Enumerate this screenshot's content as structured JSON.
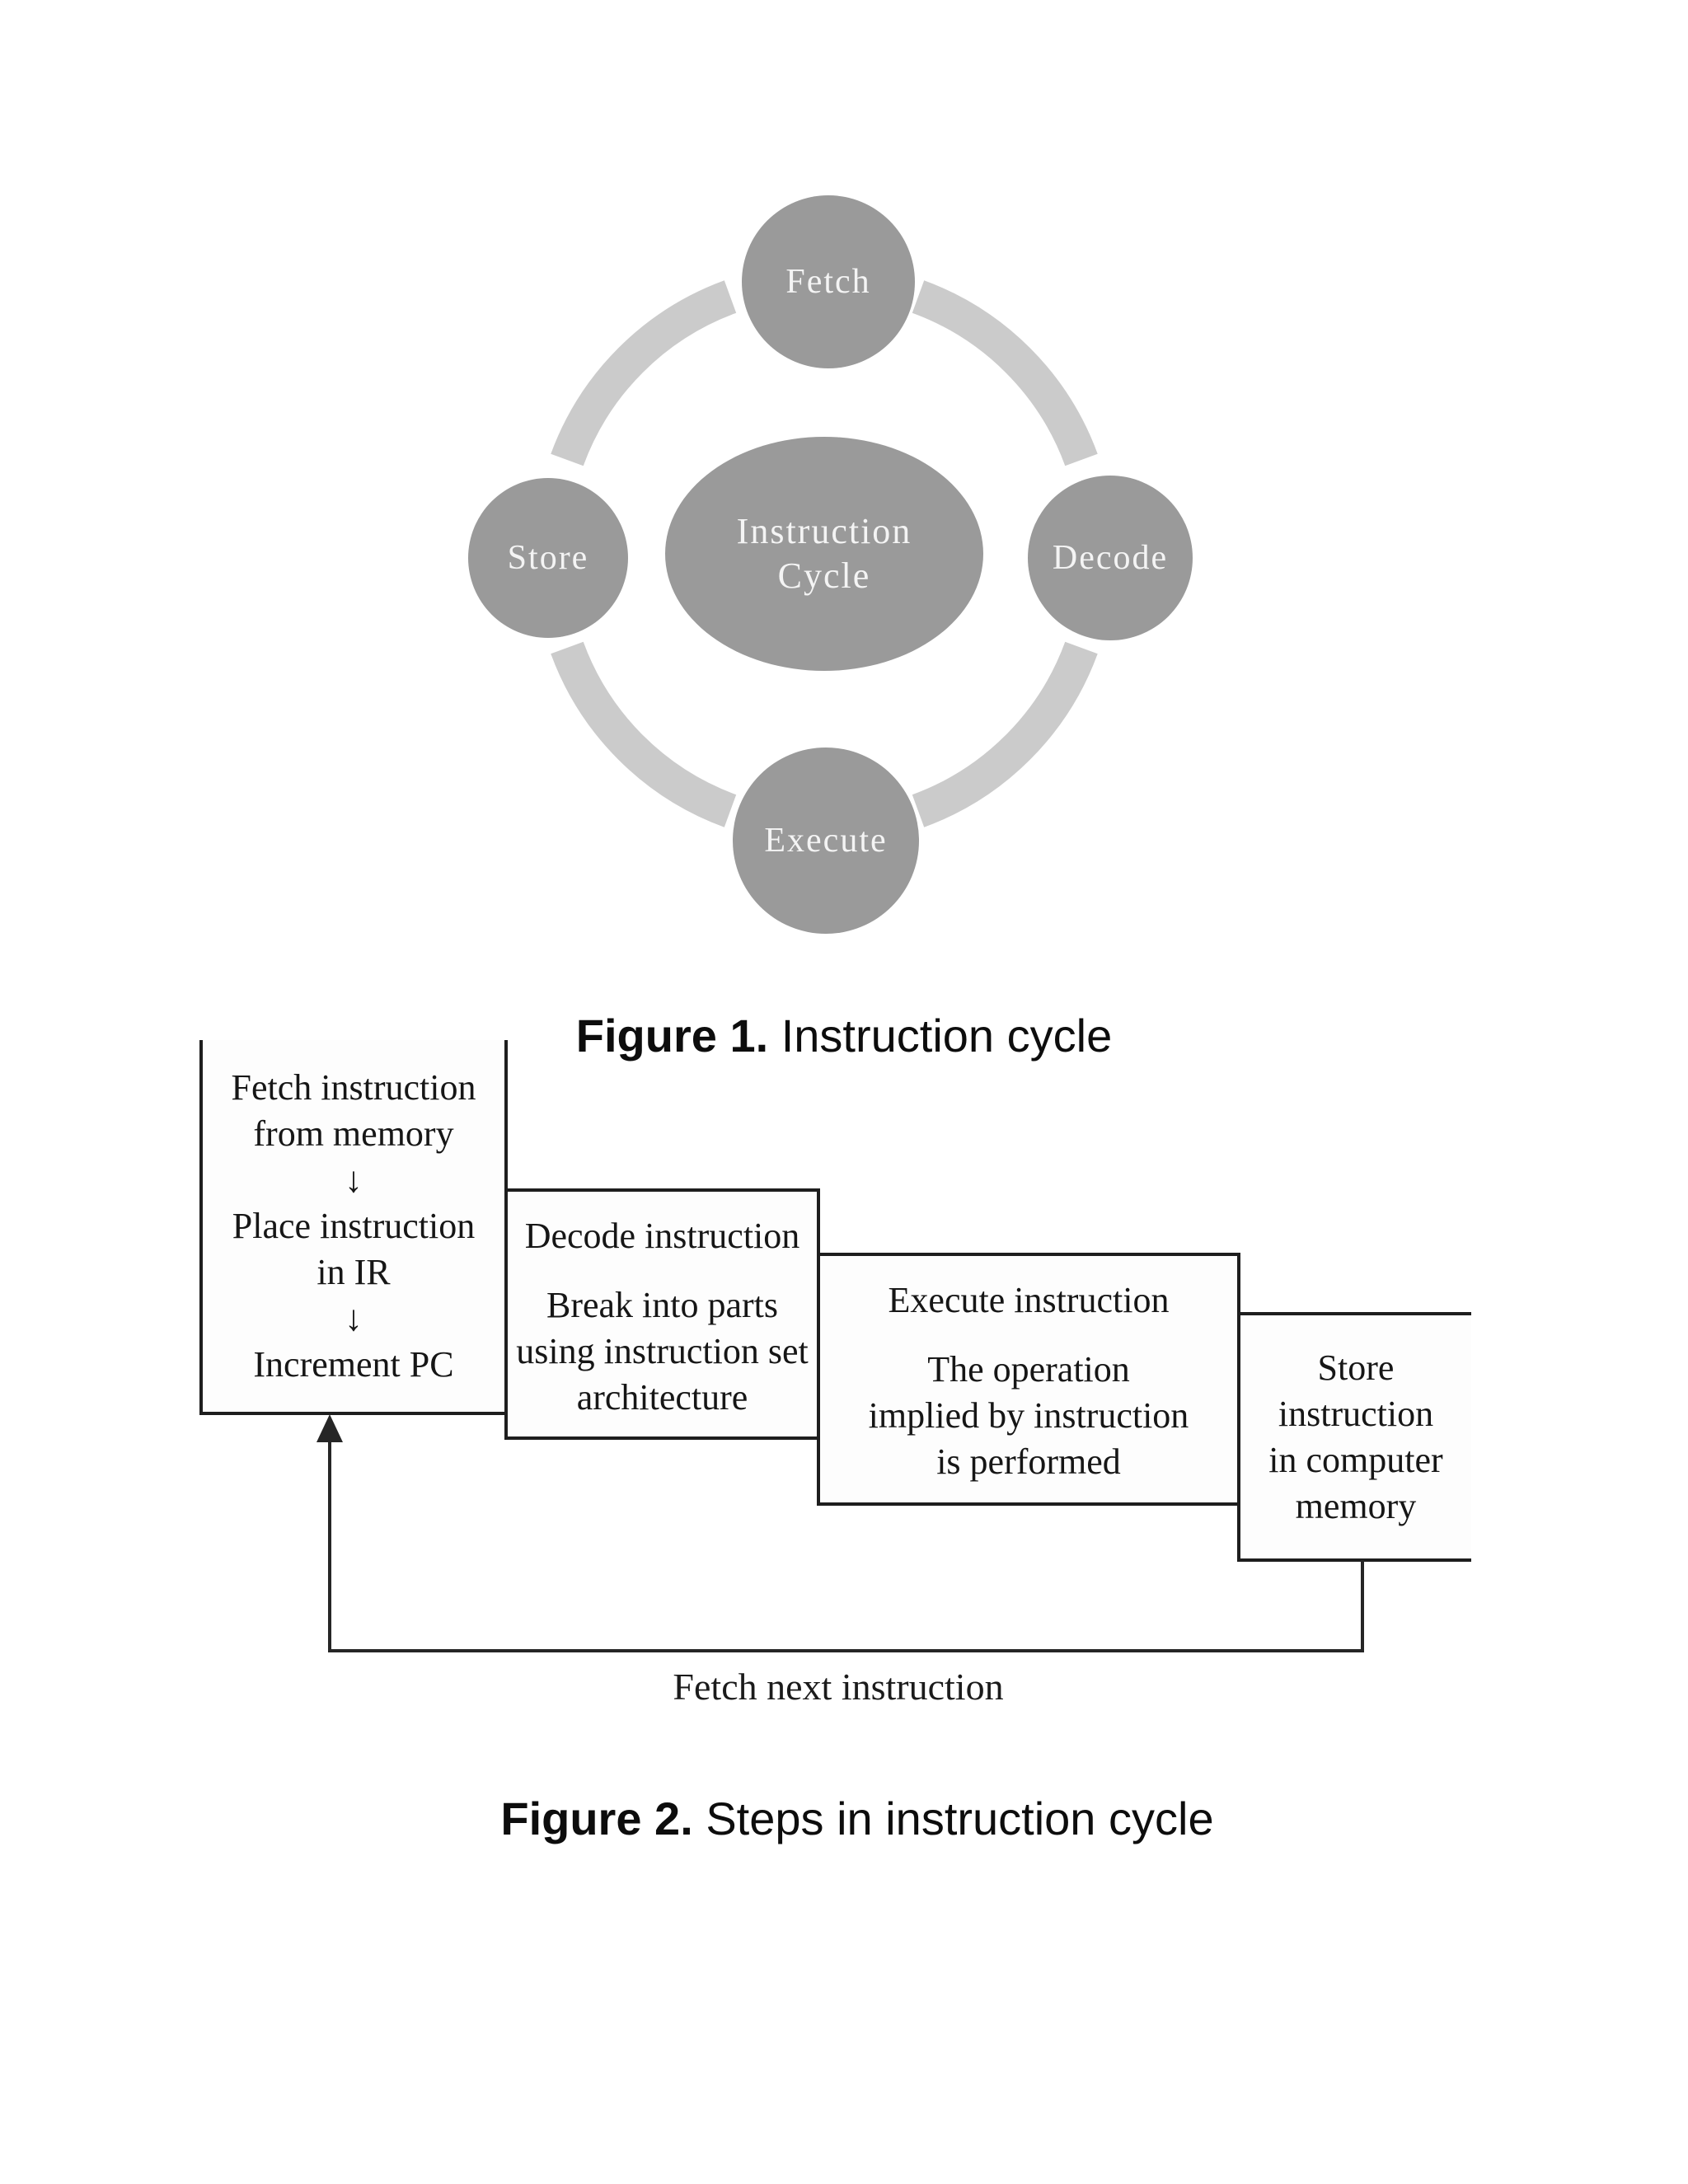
{
  "figure1": {
    "caption_bold": "Figure 1.",
    "caption_rest": " Instruction cycle",
    "center": {
      "line1": "Instruction",
      "line2": "Cycle"
    },
    "nodes": [
      {
        "label": "Fetch"
      },
      {
        "label": "Decode"
      },
      {
        "label": "Execute"
      },
      {
        "label": "Store"
      }
    ],
    "colors": {
      "node_fill": "#9a9a9a",
      "node_text": "#f4f4f4",
      "arc": "#cbcbcb"
    }
  },
  "figure2": {
    "caption_bold": "Figure 2.",
    "caption_rest": " Steps in instruction cycle",
    "loop_label": "Fetch next instruction",
    "boxes": {
      "fetch": {
        "lines": [
          "Fetch instruction",
          "from memory",
          "↓",
          "Place instruction",
          "in IR",
          "↓",
          "Increment PC"
        ]
      },
      "decode": {
        "title": "Decode instruction",
        "lines": [
          "Break into parts",
          "using instruction set",
          "architecture"
        ]
      },
      "execute": {
        "title": "Execute instruction",
        "lines": [
          "The operation",
          "implied by instruction",
          "is performed"
        ]
      },
      "store": {
        "lines": [
          "Store",
          "instruction",
          "in computer",
          "memory"
        ]
      }
    }
  }
}
